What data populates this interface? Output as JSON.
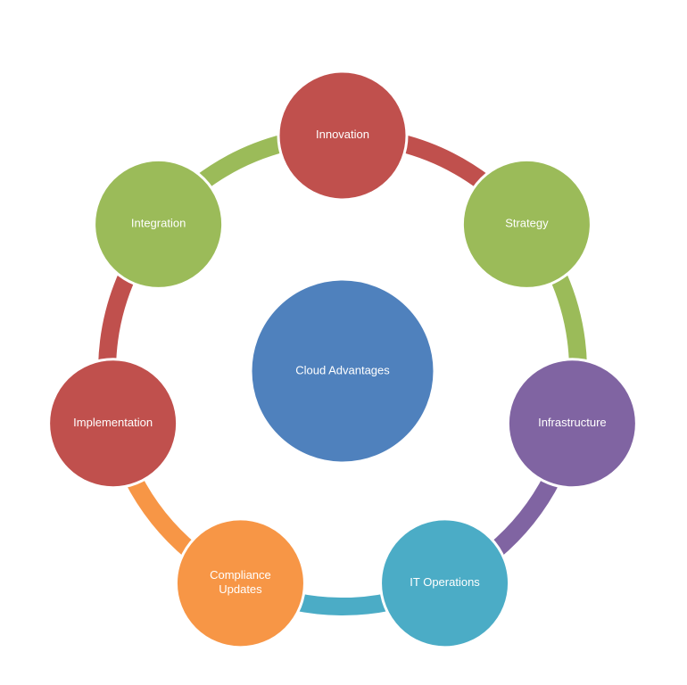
{
  "center": {
    "label": "Cloud Advantages",
    "color": "#4f81bd"
  },
  "nodes": [
    {
      "id": "innovation",
      "label_lines": [
        "Innovation"
      ],
      "color": "#c0504d"
    },
    {
      "id": "strategy",
      "label_lines": [
        "Strategy"
      ],
      "color": "#9bbb59"
    },
    {
      "id": "infrastructure",
      "label_lines": [
        "Infrastructure"
      ],
      "color": "#8064a2"
    },
    {
      "id": "it-operations",
      "label_lines": [
        "IT Operations"
      ],
      "color": "#4bacc6"
    },
    {
      "id": "compliance-updates",
      "label_lines": [
        "Compliance",
        "Updates"
      ],
      "color": "#f79646"
    },
    {
      "id": "implementation",
      "label_lines": [
        "Implementation"
      ],
      "color": "#c0504d"
    },
    {
      "id": "integration",
      "label_lines": [
        "Integration"
      ],
      "color": "#9bbb59"
    }
  ]
}
